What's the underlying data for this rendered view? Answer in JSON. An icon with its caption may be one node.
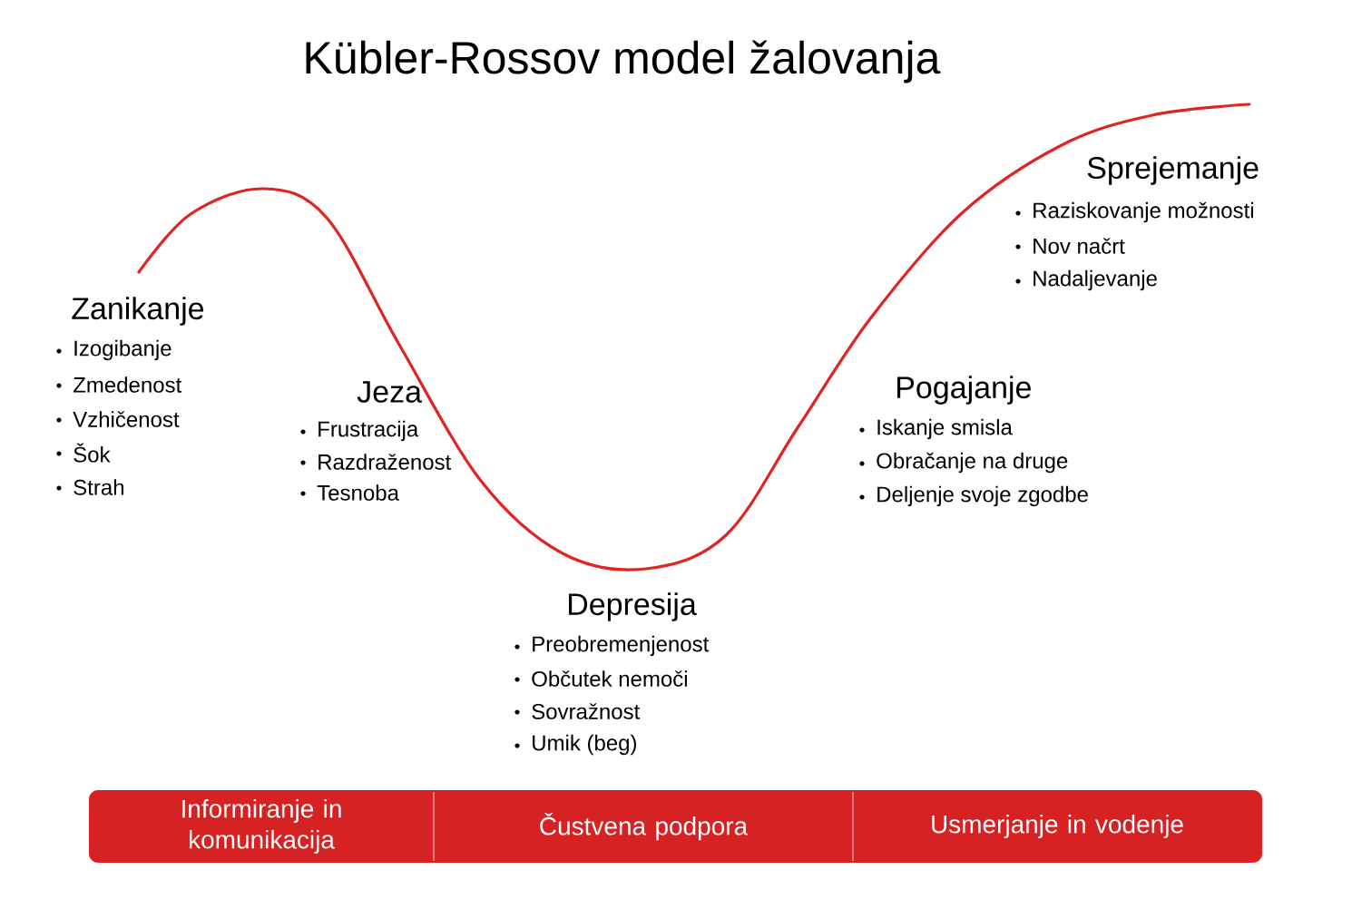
{
  "diagram": {
    "title": "Kübler-Rossov model žalovanja",
    "nodes": [
      {
        "text": [
          "Informiranje in komunikacija"
        ]
      },
      {
        "text": [
          "Čustvena podpora"
        ]
      },
      {
        "text": [
          "Usmerjanje in vodenje"
        ]
      }
    ],
    "labels": [
      "Zanikanje",
      "Izogibanje",
      "Zmedenost",
      "Vzhičenost",
      "Šok",
      "Strah",
      "Jeza",
      "Frustracija",
      "Razdraženost",
      "Tesnoba",
      "Depresija",
      "Preobremenjenost",
      "Občutek nemoči",
      "Sovražnost",
      "Umik (beg)",
      "Pogajanje",
      "Iskanje smisla",
      "Obračanje na druge",
      "Deljenje svoje zgodbe",
      "Sprejemanje",
      "Raziskovanje možnosti",
      "Nov načrt",
      "Nadaljevanje"
    ]
  }
}
